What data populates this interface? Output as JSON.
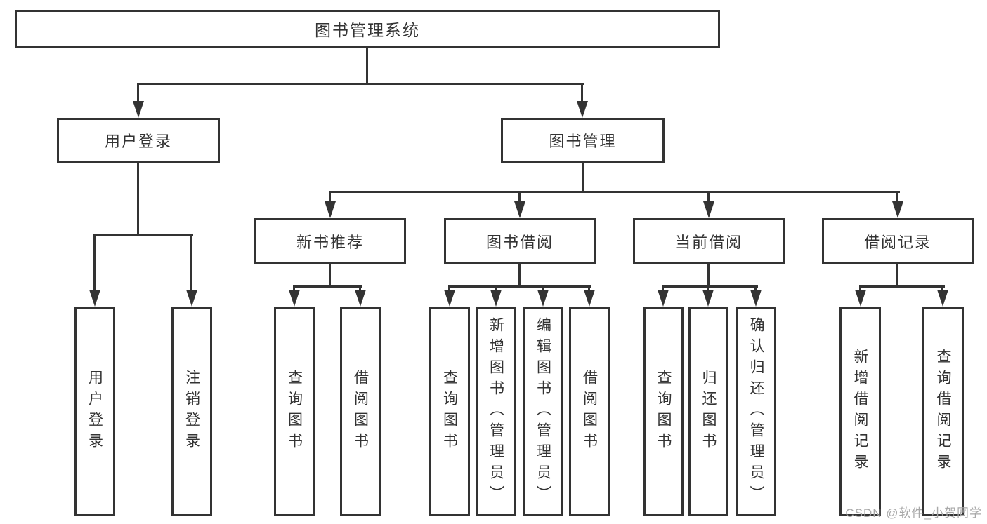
{
  "diagram": {
    "root": {
      "label": "图书管理系统"
    },
    "level2": [
      {
        "label": "用户登录"
      },
      {
        "label": "图书管理"
      }
    ],
    "level3": [
      {
        "label": "新书推荐"
      },
      {
        "label": "图书借阅"
      },
      {
        "label": "当前借阅"
      },
      {
        "label": "借阅记录"
      }
    ],
    "leaves": {
      "login": [
        "用户登录",
        "注销登录"
      ],
      "recommend": [
        "查询图书",
        "借阅图书"
      ],
      "borrow": [
        "查询图书",
        "新增图书（管理员）",
        "编辑图书（管理员）",
        "借阅图书"
      ],
      "current": [
        "查询图书",
        "归还图书",
        "确认归还（管理员）"
      ],
      "records": [
        "新增借阅记录",
        "查询借阅记录"
      ]
    }
  },
  "watermark": {
    "text": "CSDN @软件_小贺同学"
  },
  "colors": {
    "line": "#333333",
    "text": "#333333",
    "watermark": "#a8a8a8",
    "background": "#ffffff"
  }
}
